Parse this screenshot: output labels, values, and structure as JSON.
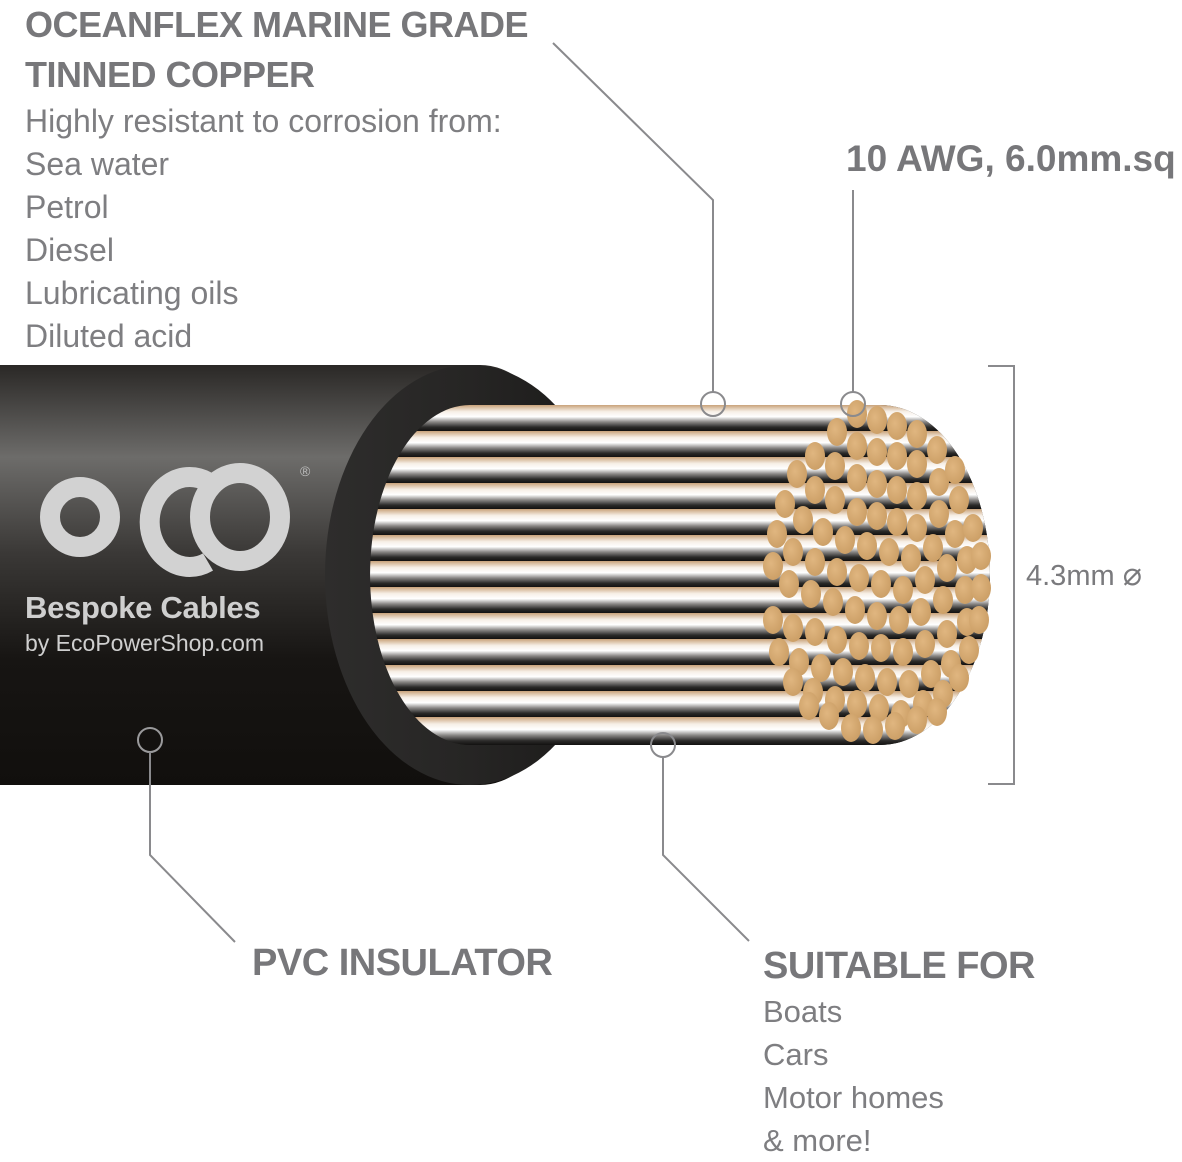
{
  "top_block": {
    "heading_line1": "OCEANFLEX MARINE GRADE",
    "heading_line2": "TINNED COPPER",
    "intro": "Highly resistant to corrosion from:",
    "items": [
      "Sea water",
      "Petrol",
      "Diesel",
      "Lubricating oils",
      "Diluted acid"
    ]
  },
  "awg_label": "10 AWG, 6.0mm.sq",
  "diameter": {
    "value": "4.3mm",
    "symbol": "⌀"
  },
  "logo": {
    "mark": "eco",
    "registered": "®",
    "tagline": "Bespoke Cables",
    "byline": "by EcoPowerShop.com"
  },
  "pvc_label": "PVC INSULATOR",
  "suitable_block": {
    "heading": "SUITABLE FOR",
    "items": [
      "Boats",
      "Cars",
      "Motor homes",
      "& more!"
    ]
  },
  "colors": {
    "text_gray": "#77777a",
    "jacket_black": "#141210",
    "copper_tan": "#d4a46a",
    "leader_line": "#8a8a8d"
  }
}
